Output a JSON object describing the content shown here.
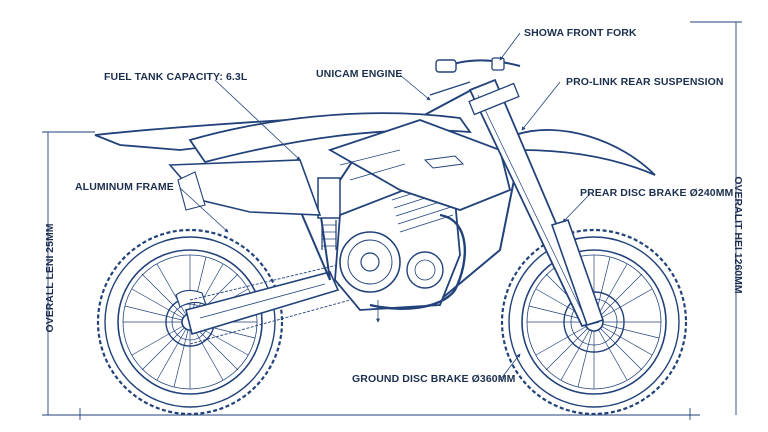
{
  "labels": {
    "front_fork": "SHOWA FRONT FORK",
    "fuel_tank": "FUEL TANK CAPACITY: 6.3L",
    "engine": "UNICAM ENGINE",
    "rear_suspension": "PRO-LINK REAR SUSPENSION",
    "frame": "ALUMINUM FRAME",
    "rear_disc_brake": "PREAR DISC BRAKE Ø240MM",
    "ground_disc_brake": "GROUND DISC BRAKE Ø360MM"
  },
  "dimensions": {
    "overall_length": "OVERALL LENI 25MM",
    "overall_height": "OVERALIT HEI 1260MM"
  },
  "colors": {
    "line": "#22427a",
    "text": "#1c2f4f",
    "background": "#ffffff"
  }
}
